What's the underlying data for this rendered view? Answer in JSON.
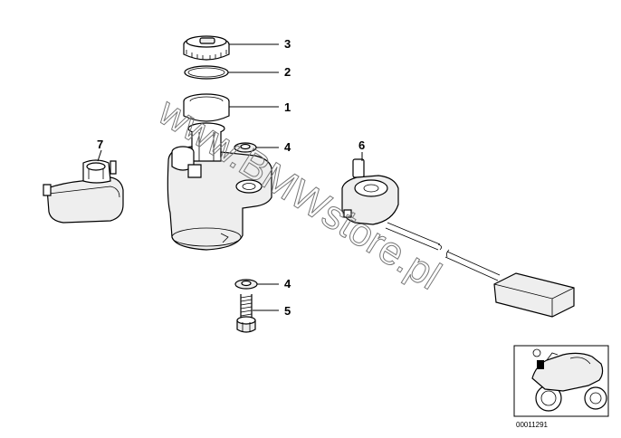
{
  "callouts": {
    "c1": "1",
    "c2": "2",
    "c3": "3",
    "c4a": "4",
    "c4b": "4",
    "c5": "5",
    "c6": "6",
    "c7": "7"
  },
  "watermark": "www.BMWstore.pl",
  "reference_number": "00011291",
  "icons": {
    "locator": "motorcycle-locator-icon"
  }
}
